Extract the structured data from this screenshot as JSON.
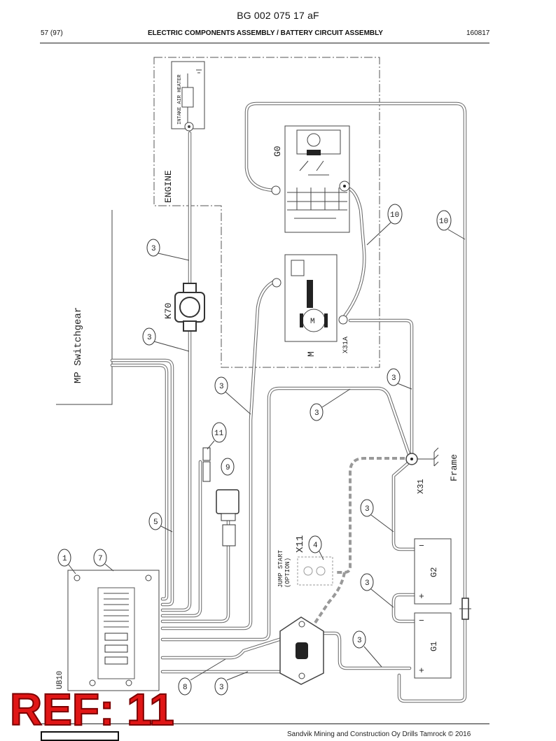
{
  "header": {
    "doc_id": "BG 002 075 17 aF",
    "page": "57 (97)",
    "title": "ELECTRIC COMPONENTS ASSEMBLY / BATTERY CIRCUIT ASSEMBLY",
    "date": "160817"
  },
  "footer": {
    "text": "Sandvik Mining and Construction Oy Drills Tamrock © 2016"
  },
  "stamp": "REF: 11",
  "diagram": {
    "areas": {
      "engine": "ENGINE",
      "switchgear": "MP Switchgear"
    },
    "components": {
      "intake_air_heater": "INTAKE AIR HEATER",
      "alternator": "G0",
      "relay": "K70",
      "starter_motor": "M",
      "starter_motor_symbol": "M",
      "starter_terminal": "X31A",
      "ground_point": "X31",
      "frame": "Frame",
      "jump_start": "X11",
      "jump_start_note_1": "JUMP START",
      "jump_start_note_2": "(OPTION)",
      "battery_1": "G1",
      "battery_2": "G2",
      "cabinet": "UB10",
      "plus": "+",
      "minus": "−"
    },
    "callouts": [
      "1",
      "7",
      "3",
      "3",
      "3",
      "3",
      "3",
      "3",
      "3",
      "3",
      "4",
      "5",
      "8",
      "9",
      "10",
      "10",
      "11"
    ]
  }
}
